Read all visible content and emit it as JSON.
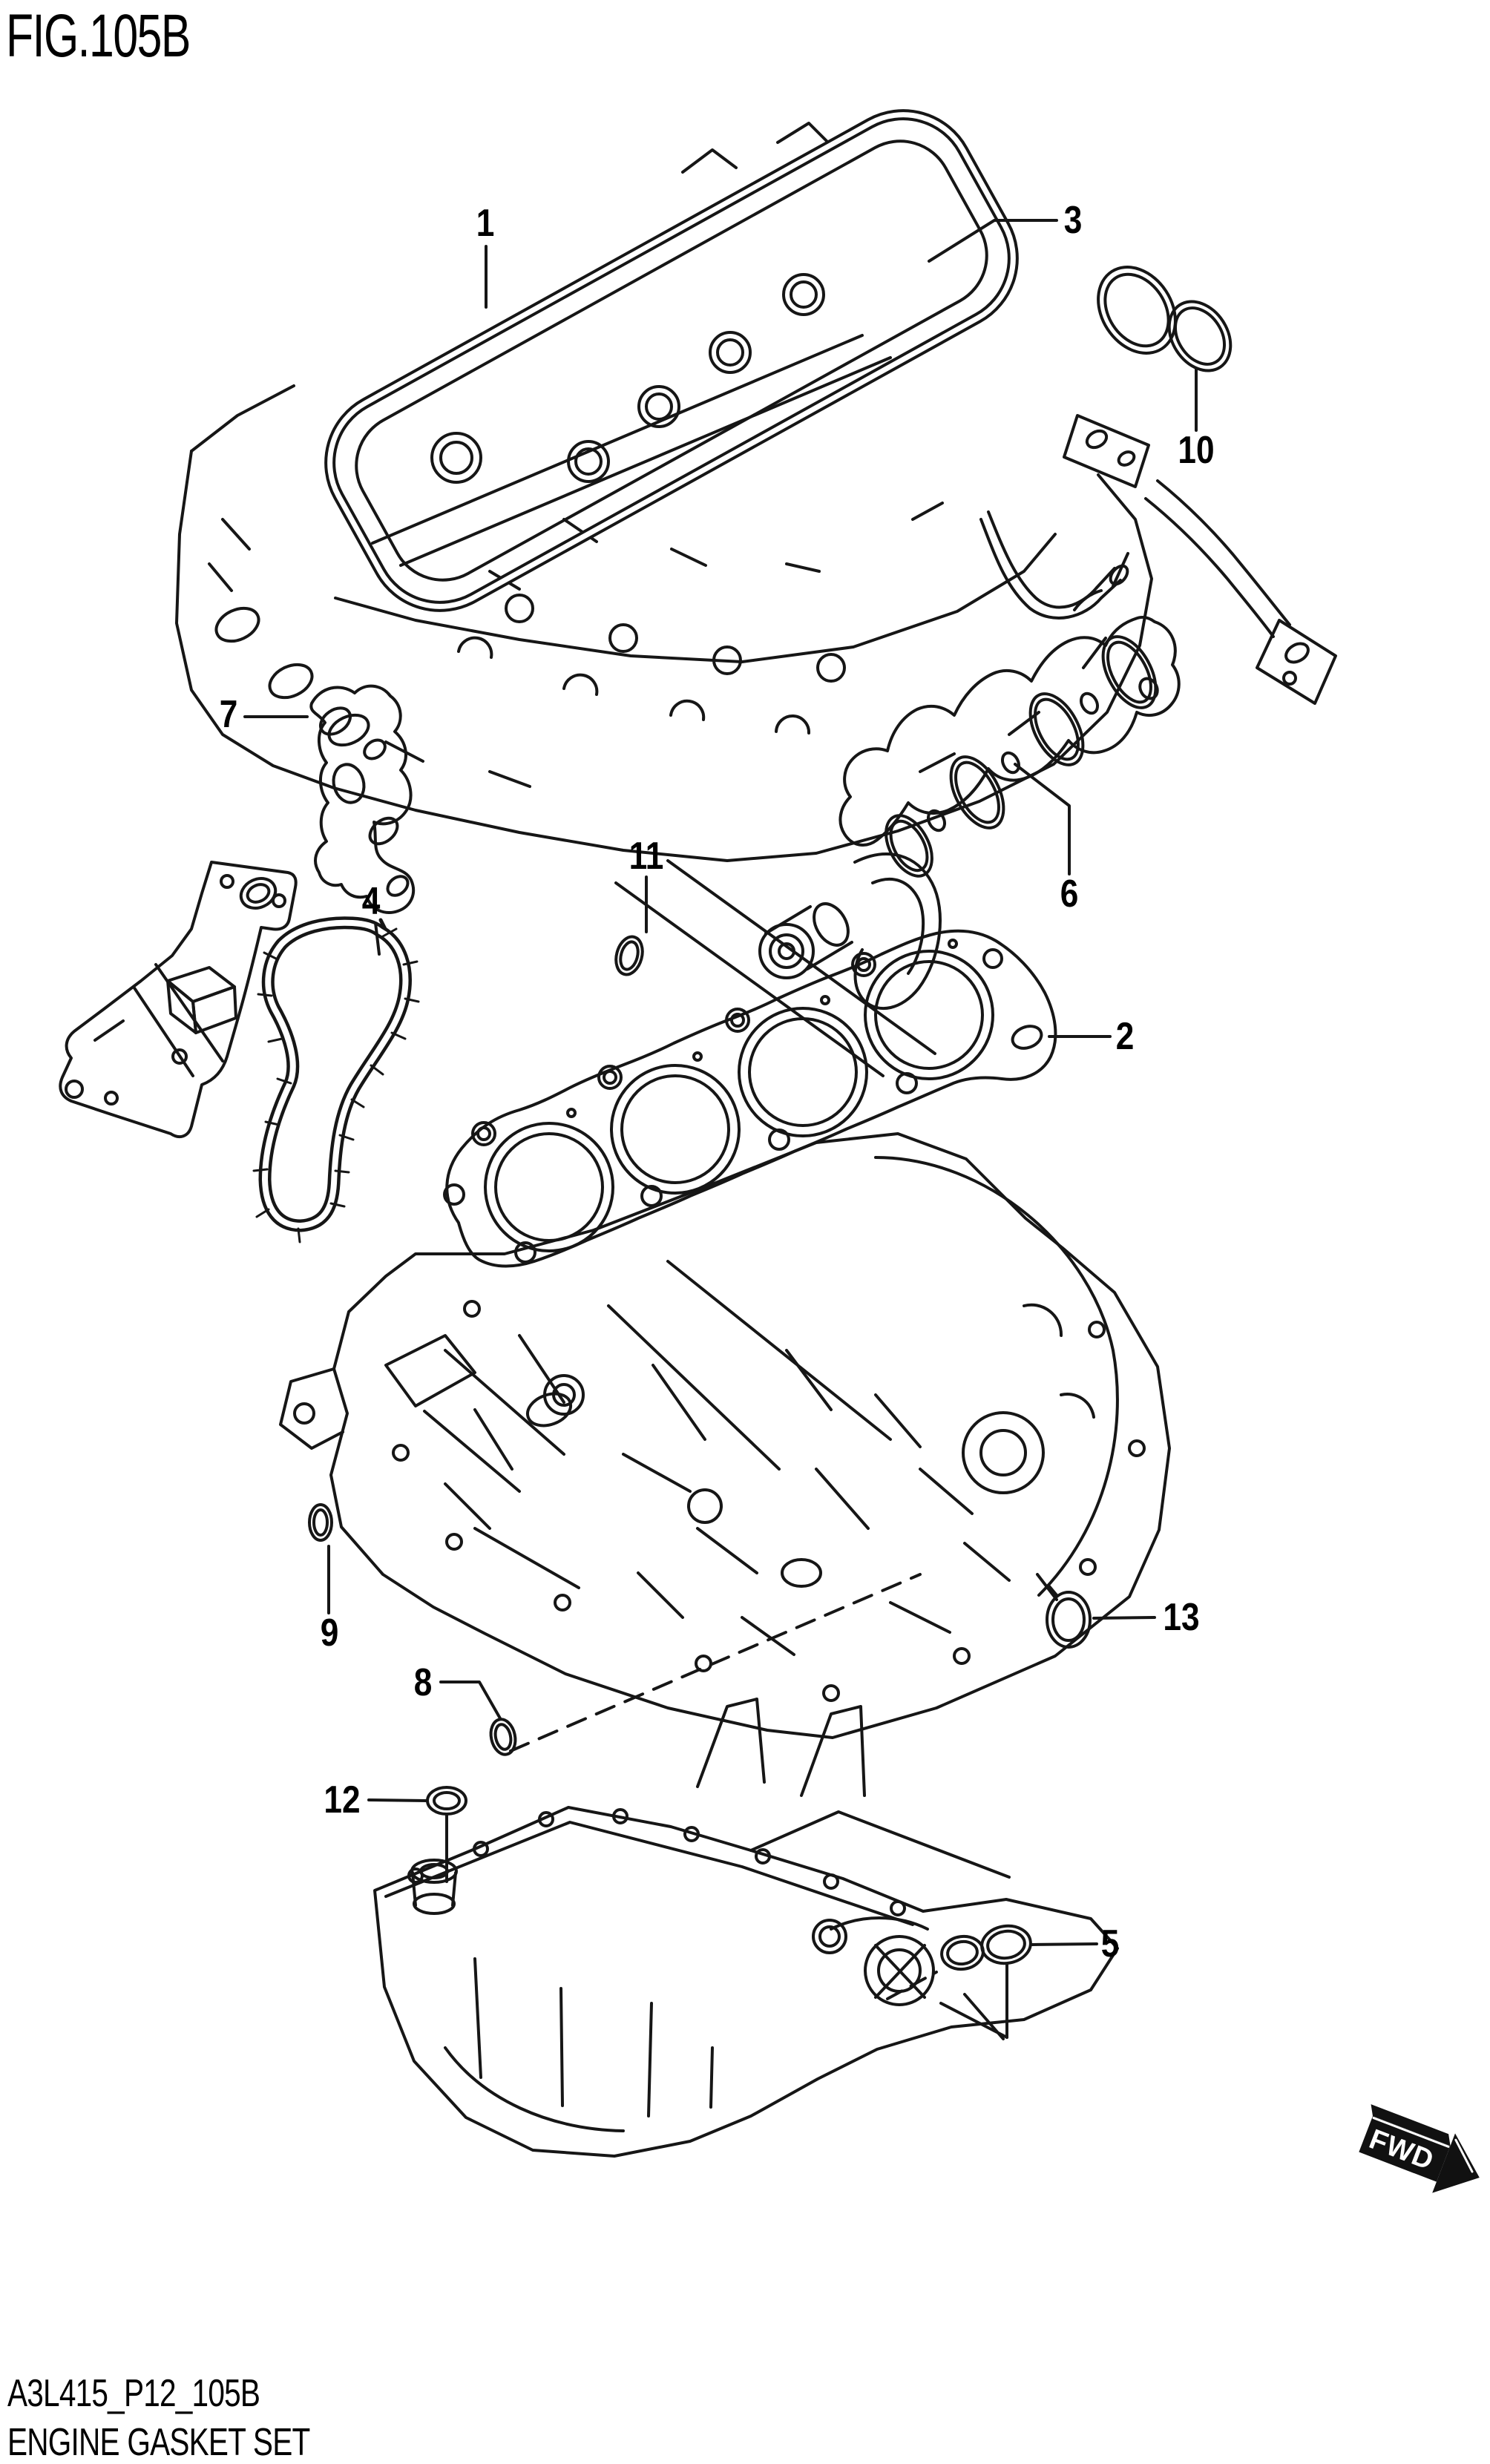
{
  "page": {
    "background": "#ffffff",
    "line_color": "#161616",
    "text_color": "#000000"
  },
  "figure": {
    "title": "FIG.105B"
  },
  "footer": {
    "code": "A3L415_P12_105B",
    "caption": "ENGINE GASKET SET"
  },
  "fwd_marker": {
    "label": "FWD"
  },
  "callouts": [
    {
      "id": 1,
      "label": "1"
    },
    {
      "id": 2,
      "label": "2"
    },
    {
      "id": 3,
      "label": "3"
    },
    {
      "id": 4,
      "label": "4"
    },
    {
      "id": 5,
      "label": "5"
    },
    {
      "id": 6,
      "label": "6"
    },
    {
      "id": 7,
      "label": "7"
    },
    {
      "id": 8,
      "label": "8"
    },
    {
      "id": 9,
      "label": "9"
    },
    {
      "id": 10,
      "label": "10"
    },
    {
      "id": 11,
      "label": "11"
    },
    {
      "id": 12,
      "label": "12"
    },
    {
      "id": 13,
      "label": "13"
    }
  ]
}
